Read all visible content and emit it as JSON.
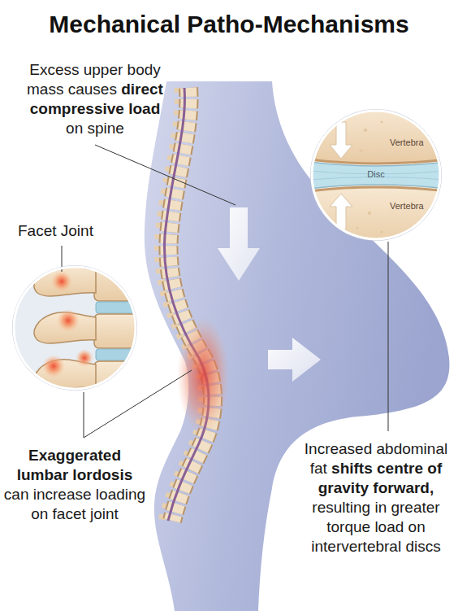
{
  "diagram": {
    "title": "Mechanical Patho-Mechanisms",
    "nodes": [
      {
        "text": [
          "Vertebra",
          "Disc",
          "Vertebra"
        ]
      },
      {
        "text": [
          "Facet Joint"
        ]
      }
    ],
    "labels": [
      "Excess upper body mass causes",
      "direct compressive load",
      "on spine",
      "Exaggerated lumbar lordosis",
      "can increase loading on facet joint",
      "Increased abdominal fat",
      "shifts centre of gravity forward,",
      "resulting in greater torque load on intervertebral discs"
    ]
  }
}
